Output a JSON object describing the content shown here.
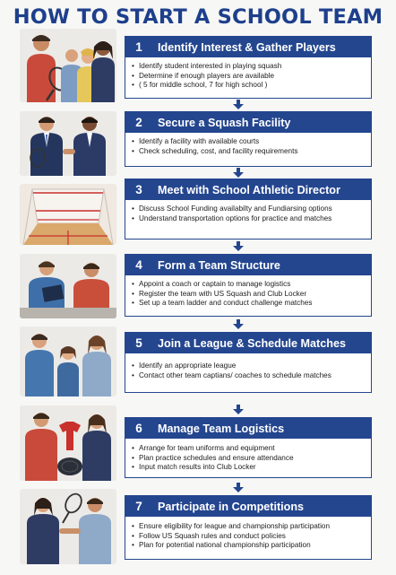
{
  "title": "HOW TO START A SCHOOL TEAM",
  "steps": [
    {
      "number": "1",
      "heading": "Identify Interest & Gather Players",
      "bullets": [
        "Identify student interested in playing squash",
        "Determine if enough players are available",
        "( 5 for middle school, 7 for high school )"
      ]
    },
    {
      "number": "2",
      "heading": "Secure a Squash Facility",
      "bullets": [
        "Identify a facility with available courts",
        "Check scheduling, cost, and facility requirements"
      ]
    },
    {
      "number": "3",
      "heading": "Meet with School Athletic Director",
      "bullets": [
        "Discuss School Funding availabilty and Fundiarsing options",
        "Understand transportation options for practice and matches"
      ]
    },
    {
      "number": "4",
      "heading": "Form a Team Structure",
      "bullets": [
        "Appoint a coach or captain to manage logistics",
        "Register the team with US Squash and Club Locker",
        "Set up a team ladder and conduct challenge matches"
      ]
    },
    {
      "number": "5",
      "heading": "Join a League & Schedule Matches",
      "bullets": [
        "Identify an appropriate league",
        "Contact other team captians/ coaches to schedule matches"
      ]
    },
    {
      "number": "6",
      "heading": "Manage Team Logistics",
      "bullets": [
        "Arrange for team uniforms and equipment",
        "Plan practice schedules and ensure attendance",
        "Input match results into Club Locker"
      ]
    },
    {
      "number": "7",
      "heading": "Participate in Competitions",
      "bullets": [
        "Ensure eligibility for league and championship participation",
        "Follow US Squash rules and conduct policies",
        "Plan for potential national championship participation"
      ]
    }
  ],
  "illustrations": [
    "students-with-racket-illustration",
    "two-men-handshake-illustration",
    "squash-court-illustration",
    "coach-with-clipboard-illustration",
    "players-and-coach-illustration",
    "players-with-jersey-and-bag-illustration",
    "players-high-five-illustration"
  ],
  "colors": {
    "navy": "#24468f",
    "title": "#1d3f8c",
    "card_bg": "#ffffff",
    "arrow": "#24468f"
  }
}
